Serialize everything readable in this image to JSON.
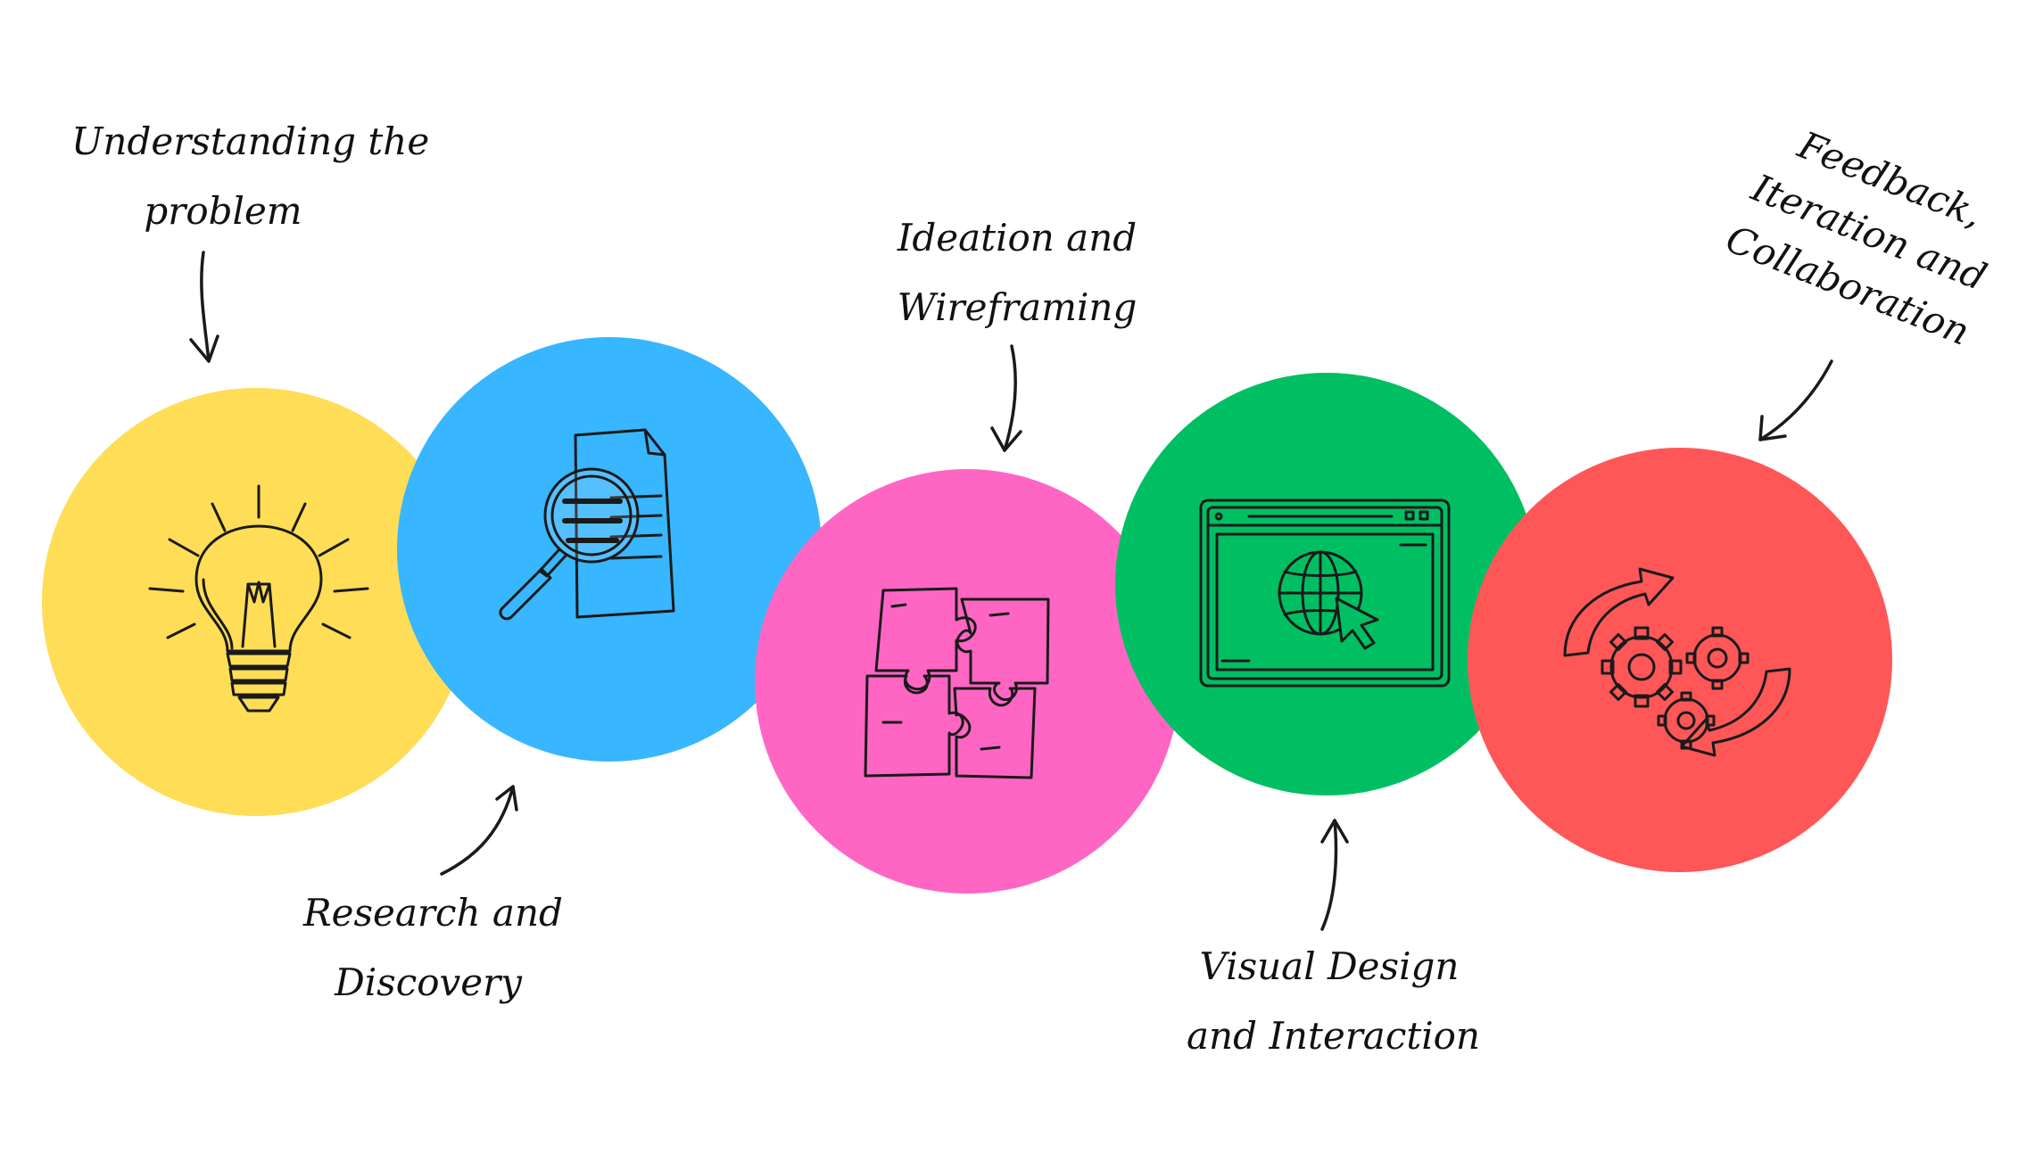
{
  "colors": {
    "yellow": "#FFDD57",
    "blue": "#38B6FF",
    "pink": "#FF66C4",
    "green": "#00BF63",
    "red": "#FF5757",
    "ink": "#1a1a1a"
  },
  "steps": [
    {
      "line1": "Understanding the",
      "line2": "problem",
      "color": "#FFDD57",
      "icon": "lightbulb-icon"
    },
    {
      "line1": "Research and",
      "line2": "Discovery",
      "color": "#38B6FF",
      "icon": "magnifier-document-icon"
    },
    {
      "line1": "Ideation and",
      "line2": "Wireframing",
      "color": "#FF66C4",
      "icon": "puzzle-icon"
    },
    {
      "line1": "Visual Design",
      "line2": "and Interaction",
      "color": "#00BF63",
      "icon": "browser-globe-cursor-icon"
    },
    {
      "line1": "Feedback,",
      "line2": "Iteration and",
      "line3": "Collaboration",
      "color": "#FF5757",
      "icon": "gears-cycle-icon"
    }
  ]
}
